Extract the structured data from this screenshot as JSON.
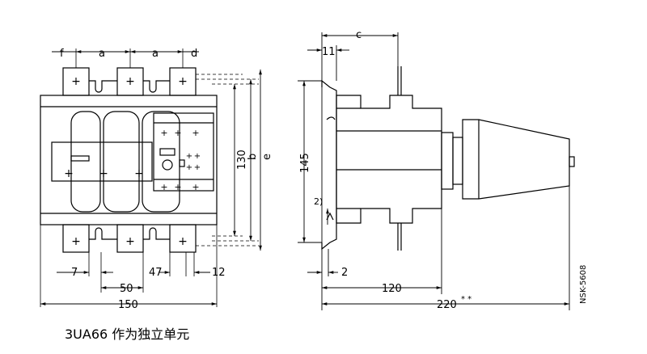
{
  "caption": "3UA66 作为独立单元",
  "drawing_code": "NSK-5608",
  "front_view": {
    "labels": {
      "f": "f",
      "a1": "a",
      "a2": "a",
      "d": "d",
      "b": "b",
      "e": "e"
    },
    "dims": {
      "h130": "130",
      "d7": "7",
      "d47": "47",
      "d12": "12",
      "d50": "50",
      "d150": "150"
    }
  },
  "side_view": {
    "labels": {
      "c": "c",
      "note2": "2)"
    },
    "dims": {
      "d11": "11",
      "h145": "145",
      "d2": "2",
      "d120": "120",
      "d220": "220",
      "stars": "* *"
    }
  }
}
